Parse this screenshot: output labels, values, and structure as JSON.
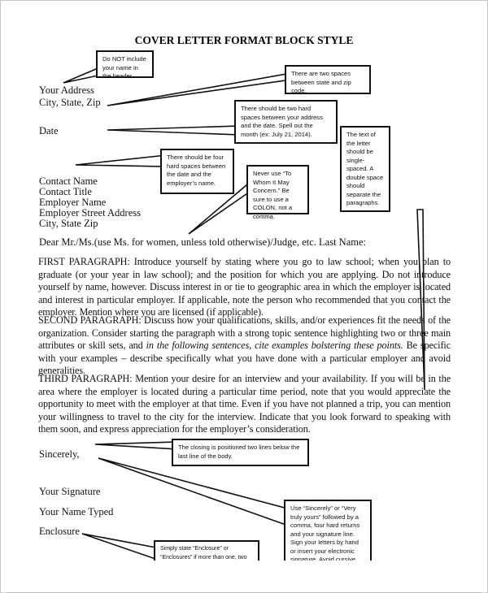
{
  "title": "COVER LETTER FORMAT BLOCK STYLE",
  "letter": {
    "address": [
      "Your Address",
      "City, State, Zip"
    ],
    "date": "Date",
    "contact": [
      "Contact Name",
      "Contact Title",
      "Employer Name",
      "Employer Street Address",
      "City, State Zip"
    ],
    "salutation": "Dear Mr./Ms.(use Ms. for women, unless told otherwise)/Judge, etc. Last Name:",
    "p1": "FIRST PARAGRAPH: Introduce yourself by stating where you go to law school; when you plan to graduate (or your year in law school); and the position for which you are applying. Do not introduce yourself by name, however. Discuss interest in or tie to geographic area in which the employer is located and interest in particular employer. If applicable, note the person who recommended that you contact the employer. Mention where you are licensed (if applicable).",
    "p2_a": "SECOND PARAGRAPH: Discuss how your qualifications, skills, and/or experiences fit the needs of the organization. Consider starting the paragraph with a strong topic sentence highlighting two or three main attributes or skill sets, and ",
    "p2_italic": "in the following sentences, cite examples bolstering these points.",
    "p2_b": " Be specific with your examples – describe specifically what you have done with a particular employer and avoid generalities.",
    "p3": "THIRD PARAGRAPH: Mention your desire for an interview and your availability. If you will be in the area where the employer is located during a particular time period, note that you would appreciate the opportunity to meet with the employer at that time. Even if you have not planned a trip, you can mention your willingness to travel to the city for the interview. Indicate that you look forward to speaking with them soon, and express appreciation for the employer’s consideration.",
    "closing": "Sincerely,",
    "signature": "Your Signature",
    "name_typed": "Your Name Typed",
    "enclosure": "Enclosure"
  },
  "callouts": {
    "header": "Do NOT include your name in the header.",
    "zip": "There are two spaces between state and zip code.",
    "date": "There should be two hard spaces between your address and the date. Spell out the month (ex: July 21, 2014).",
    "spacing": "The text of the letter should be single-spaced. A double space should separate the paragraphs.",
    "four_spaces": "There should be four hard spaces between the date and the employer’s name.",
    "colon": "Never use “To Whom It May Concern.” Be sure to use a COLON, not a comma.",
    "closing": "The closing is positioned two lines below the last line of the body.",
    "sincerely": "Use “Sincerely” or “Very truly yours” followed by a comma, four hard returns and your signature line. Sign your letters by hand or insert your electronic signature. Avoid cursive fonts.",
    "enclosure": "Simply state “Enclosure” or “Enclosures” if more than one, two hard lines below"
  }
}
